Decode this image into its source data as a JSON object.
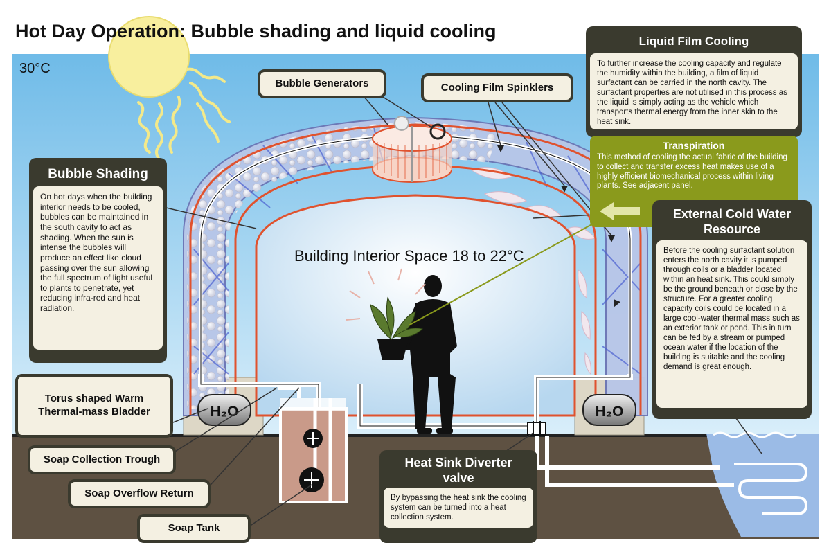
{
  "title": "Hot Day Operation: Bubble shading and liquid cooling",
  "outside_temperature": "30°C",
  "interior_label": "Building Interior Space 18 to 22°C",
  "h2o_label_left": "H₂O",
  "h2o_label_right": "H₂O",
  "callouts": {
    "bubble_generators": "Bubble Generators",
    "cooling_film_sprinklers": "Cooling Film Spinklers",
    "torus_bladder": "Torus shaped Warm Thermal-mass Bladder",
    "soap_collection_trough": "Soap Collection Trough",
    "soap_overflow_return": "Soap Overflow Return",
    "soap_tank": "Soap Tank"
  },
  "panels": {
    "bubble_shading": {
      "title": "Bubble Shading",
      "body": "On hot days when the building interior needs to be cooled, bubbles can be maintained in the south cavity to act as shading. When the sun is intense the bubbles will produce an effect like cloud passing over the sun allowing the full spectrum of light useful to plants to penetrate, yet reducing infra-red and heat radiation."
    },
    "liquid_film_cooling": {
      "title": "Liquid Film Cooling",
      "body": "To further increase the cooling capacity and regulate the humidity within the building, a film of liquid surfactant can be carried in the north cavity. The surfactant properties are not utilised in this process as the liquid is simply acting as the vehicle which transports thermal energy from the inner skin to the heat sink."
    },
    "transpiration": {
      "title": "Transpiration",
      "body": "This method of cooling the actual fabric of the building to collect and transfer excess heat makes use of a highly efficient biomechanical process within living plants. See adjacent panel."
    },
    "external_cold_water": {
      "title": "External Cold Water Resource",
      "body": "Before the cooling surfactant solution enters the north cavity it is pumped through coils or a bladder located within an heat sink. This could simply be the ground beneath or close by the structure. For a greater cooling capacity coils could be located in a large cool-water thermal mass such as an exterior tank or pond. This in turn can be fed by a stream or pumped ocean water if the location of the building is suitable and the cooling demand is great enough."
    },
    "heat_sink_diverter": {
      "title": "Heat Sink Diverter valve",
      "body": "By bypassing the heat sink the cooling system can be turned into a heat collection system."
    }
  },
  "colors": {
    "sky": "#7fc4ea",
    "sun": "#f8ef9e",
    "ground": "#5e5142",
    "panel_dark": "#3a3a2e",
    "panel_light": "#f4f0e2",
    "transpiration_green": "#8a9a1c",
    "structure_orange": "#e0522e",
    "soap_tank": "#c99a89",
    "water": "#9bbbe6"
  }
}
